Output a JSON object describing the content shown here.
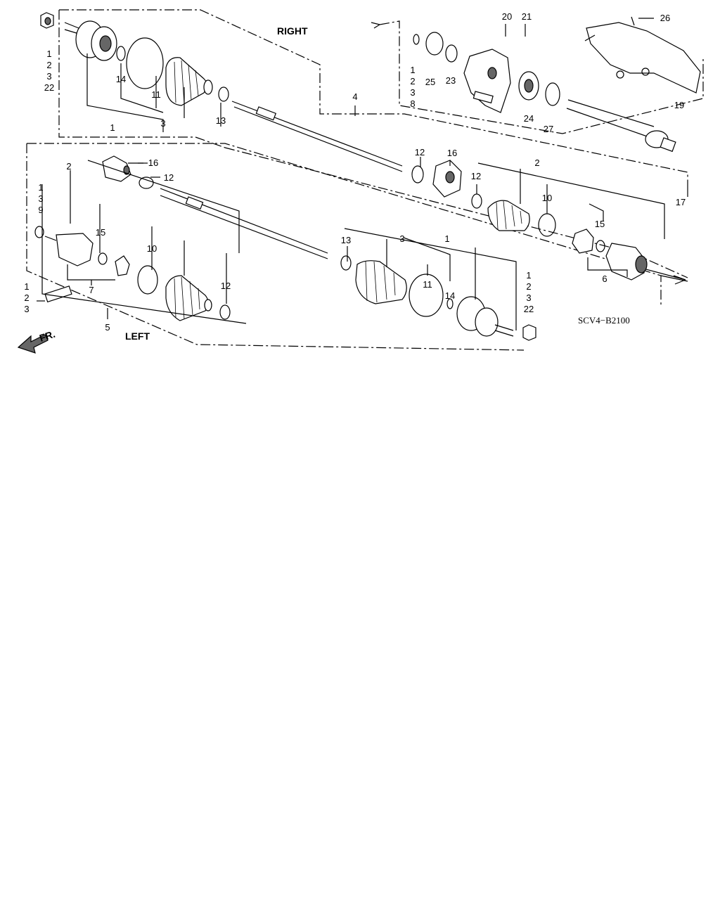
{
  "diagram": {
    "labels": {
      "right": "RIGHT",
      "left": "LEFT",
      "front": "FR.",
      "code": "SCV4−B2100"
    },
    "callouts": [
      {
        "id": "c-tl-stack",
        "lines": [
          "1",
          "2",
          "3",
          "22"
        ]
      },
      {
        "id": "c-r-14",
        "lines": [
          "14"
        ]
      },
      {
        "id": "c-r-11",
        "lines": [
          "11"
        ]
      },
      {
        "id": "c-r-1",
        "lines": [
          "1"
        ]
      },
      {
        "id": "c-r-3",
        "lines": [
          "3"
        ]
      },
      {
        "id": "c-r-13",
        "lines": [
          "13"
        ]
      },
      {
        "id": "c-r-4",
        "lines": [
          "4"
        ]
      },
      {
        "id": "c-r-stack-1238",
        "lines": [
          "1",
          "2",
          "3",
          "8"
        ]
      },
      {
        "id": "c-r-25",
        "lines": [
          "25"
        ]
      },
      {
        "id": "c-r-23",
        "lines": [
          "23"
        ]
      },
      {
        "id": "c-r-20",
        "lines": [
          "20"
        ]
      },
      {
        "id": "c-r-21",
        "lines": [
          "21"
        ]
      },
      {
        "id": "c-r-26",
        "lines": [
          "26"
        ]
      },
      {
        "id": "c-r-24",
        "lines": [
          "24"
        ]
      },
      {
        "id": "c-r-27",
        "lines": [
          "27"
        ]
      },
      {
        "id": "c-r-19",
        "lines": [
          "19"
        ]
      },
      {
        "id": "c-r-17",
        "lines": [
          "17"
        ]
      },
      {
        "id": "c-r-12",
        "lines": [
          "12"
        ]
      },
      {
        "id": "c-r-16",
        "lines": [
          "16"
        ]
      },
      {
        "id": "c-r-12b",
        "lines": [
          "12"
        ]
      },
      {
        "id": "c-r-2",
        "lines": [
          "2"
        ]
      },
      {
        "id": "c-r-10",
        "lines": [
          "10"
        ]
      },
      {
        "id": "c-r-15",
        "lines": [
          "15"
        ]
      },
      {
        "id": "c-r-6",
        "lines": [
          "6"
        ]
      },
      {
        "id": "c-l-16",
        "lines": [
          "16"
        ]
      },
      {
        "id": "c-l-12a",
        "lines": [
          "12"
        ]
      },
      {
        "id": "c-l-2",
        "lines": [
          "2"
        ]
      },
      {
        "id": "c-l-stack-139",
        "lines": [
          "1",
          "3",
          "9"
        ]
      },
      {
        "id": "c-l-15",
        "lines": [
          "15"
        ]
      },
      {
        "id": "c-l-10",
        "lines": [
          "10"
        ]
      },
      {
        "id": "c-l-12b",
        "lines": [
          "12"
        ]
      },
      {
        "id": "c-l-7",
        "lines": [
          "7"
        ]
      },
      {
        "id": "c-l-stack-123",
        "lines": [
          "1",
          "2",
          "3"
        ]
      },
      {
        "id": "c-l-5",
        "lines": [
          "5"
        ]
      },
      {
        "id": "c-l-13",
        "lines": [
          "13"
        ]
      },
      {
        "id": "c-l-3",
        "lines": [
          "3"
        ]
      },
      {
        "id": "c-l-1",
        "lines": [
          "1"
        ]
      },
      {
        "id": "c-l-11",
        "lines": [
          "11"
        ]
      },
      {
        "id": "c-l-14",
        "lines": [
          "14"
        ]
      },
      {
        "id": "c-br-stack",
        "lines": [
          "1",
          "2",
          "3",
          "22"
        ]
      }
    ]
  }
}
